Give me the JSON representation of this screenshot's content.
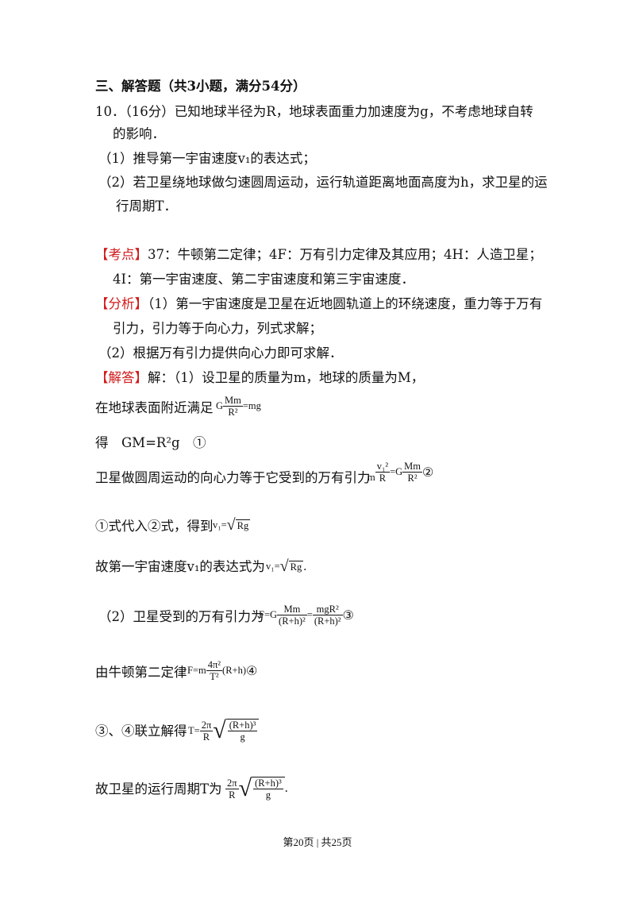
{
  "section_title": "三、解答题（共3小题，满分54分）",
  "question": {
    "line1": "10．（16分）已知地球半径为R，地球表面重力加速度为g，不考虑地球自转",
    "line2": "的影响．",
    "part1": "（1）推导第一宇宙速度v₁的表达式；",
    "part2_line1": "（2）若卫星绕地球做匀速圆周运动，运行轨道距离地面高度为h，求卫星的运",
    "part2_line2": "行周期T．"
  },
  "kaodian": {
    "tag": "【考点】",
    "line1": "37：牛顿第二定律；4F：万有引力定律及其应用；4H：人造卫星；",
    "line2": "4I：第一宇宙速度、第二宇宙速度和第三宇宙速度．"
  },
  "fenxi": {
    "tag": "【分析】",
    "line1": "（1）第一宇宙速度是卫星在近地圆轨道上的环绕速度，重力等于万有",
    "line2": "引力，引力等于向心力，列式求解；",
    "line3": "（2）根据万有引力提供向心力即可求解．"
  },
  "jieda": {
    "tag": "【解答】",
    "line1": "解：（1）设卫星的质量为m，地球的质量为M，",
    "step1_text": "在地球表面附近满足",
    "step2_text": "得　GM=R²g　①",
    "step3_text": "卫星做圆周运动的向心力等于它受到的万有引力",
    "step4_text": "①式代入②式，得到",
    "step5_text": "故第一宇宙速度v₁的表达式为",
    "step5_end": ".",
    "step6_text": "（2）卫星受到的万有引力为",
    "step7_text": "由牛顿第二定律",
    "step8_text": "③、④联立解得",
    "step9_text": "故卫星的运行周期T为",
    "step9_end": "."
  },
  "formulas": {
    "f1_G": "G",
    "f1_num": "Mm",
    "f1_den": "R²",
    "f1_rhs": "=mg",
    "f2_m": "m",
    "f2_num": "v₁²",
    "f2_den": "R",
    "f2_eq": "=G",
    "f2_num2": "Mm",
    "f2_den2": "R²",
    "f2_tag": "②",
    "f3_lhs": "v₁=",
    "f3_rad": "Rg",
    "f4_lhs": "v₁=",
    "f4_rad": "Rg",
    "f5_lhs": "F=G",
    "f5_num": "Mm",
    "f5_den": "(R+h)²",
    "f5_eq": "=",
    "f5_num2": "mgR²",
    "f5_den2": "(R+h)²",
    "f5_tag": "③",
    "f6_lhs": "F=m",
    "f6_num": "4π²",
    "f6_den": "T²",
    "f6_rhs": "(R+h)",
    "f6_tag": "④",
    "f7_lhs": "T=",
    "f7_num": "2π",
    "f7_den": "R",
    "f7_rnum": "(R+h)³",
    "f7_rden": "g",
    "f8_num": "2π",
    "f8_den": "R",
    "f8_rnum": "(R+h)³",
    "f8_rden": "g"
  },
  "footer": "第20页 | 共25页"
}
